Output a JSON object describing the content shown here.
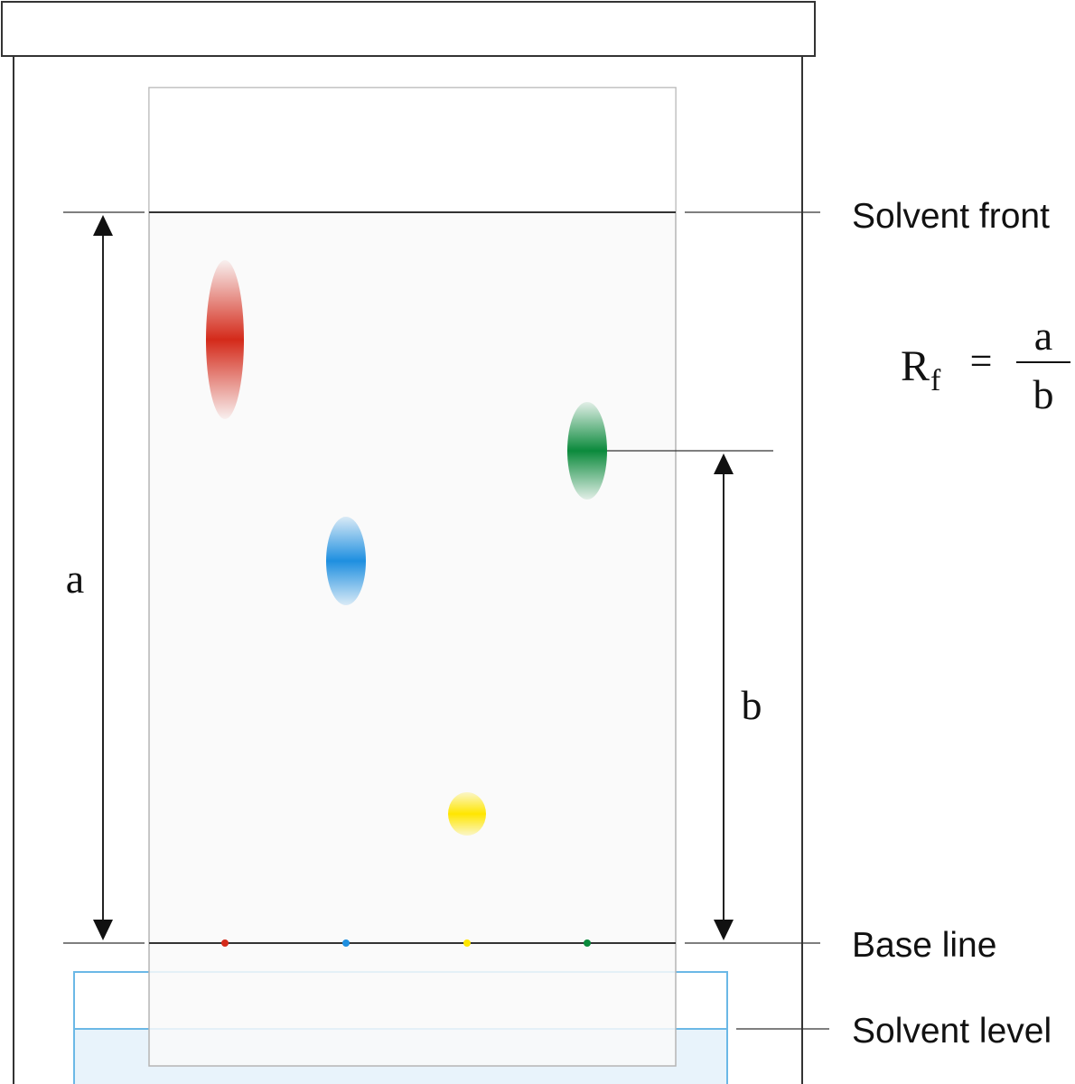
{
  "labels": {
    "solvent_front": "Solvent front",
    "base_line": "Base line",
    "solvent_level": "Solvent level",
    "distance_a": "a",
    "distance_b": "b"
  },
  "formula": {
    "symbol": "R",
    "subscript": "f",
    "equals": "=",
    "numerator": "a",
    "denominator": "b"
  },
  "spots": [
    {
      "name": "red-spot",
      "color": "#d42a1a"
    },
    {
      "name": "blue-spot",
      "color": "#1e8fe0"
    },
    {
      "name": "yellow-spot",
      "color": "#ffe600"
    },
    {
      "name": "green-spot",
      "color": "#0b8a3c"
    }
  ],
  "colors": {
    "outline": "#333333",
    "plate_border": "#b5b5b5",
    "plate_fill": "#f9f9f9",
    "solvent_border": "#6bb8e6",
    "solvent_fill": "#e8f3fb"
  }
}
